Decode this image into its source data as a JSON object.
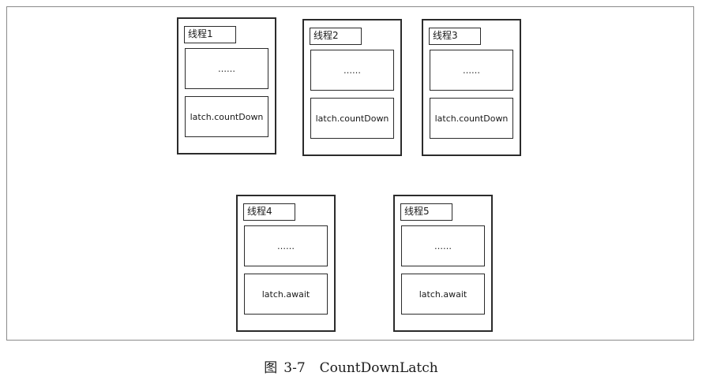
{
  "threads": [
    {
      "title": "线程1",
      "body": "……",
      "call": "latch.countDown"
    },
    {
      "title": "线程2",
      "body": "……",
      "call": "latch.countDown"
    },
    {
      "title": "线程3",
      "body": "……",
      "call": "latch.countDown"
    },
    {
      "title": "线程4",
      "body": "……",
      "call": "latch.await"
    },
    {
      "title": "线程5",
      "body": "……",
      "call": "latch.await"
    }
  ],
  "caption": {
    "label": "图",
    "number": "3-7",
    "name": "CountDownLatch"
  }
}
